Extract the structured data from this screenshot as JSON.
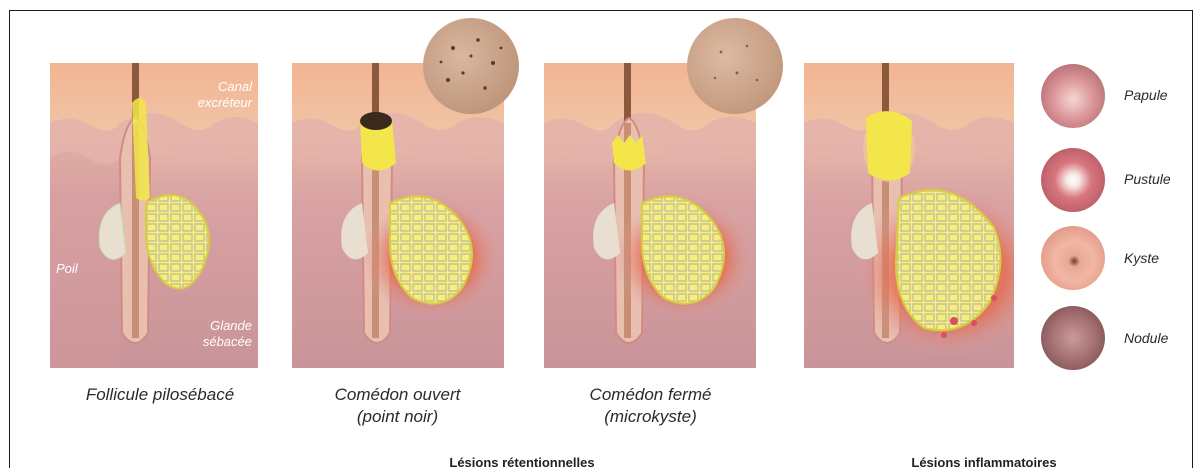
{
  "panels": [
    {
      "caption": "Follicule pilosébacé"
    },
    {
      "caption": "Comédon ouvert\n(point noir)"
    },
    {
      "caption": "Comédon fermé\n(microkyste)"
    },
    {
      "caption": ""
    }
  ],
  "annotations": {
    "canal": "Canal\nexcréteur",
    "poil": "Poil",
    "glande": "Glande\nsébacée"
  },
  "groups": {
    "retention": "Lésions rétentionnelles",
    "inflammatory": "Lésions inflammatoires"
  },
  "lesions": [
    {
      "label": "Papule"
    },
    {
      "label": "Pustule"
    },
    {
      "label": "Kyste"
    },
    {
      "label": "Nodule"
    }
  ],
  "colors": {
    "sebum": "#f2e64a",
    "skin_top": "#f0b28e",
    "dermis": "#d9a6a6",
    "deep": "#c99aa0"
  }
}
